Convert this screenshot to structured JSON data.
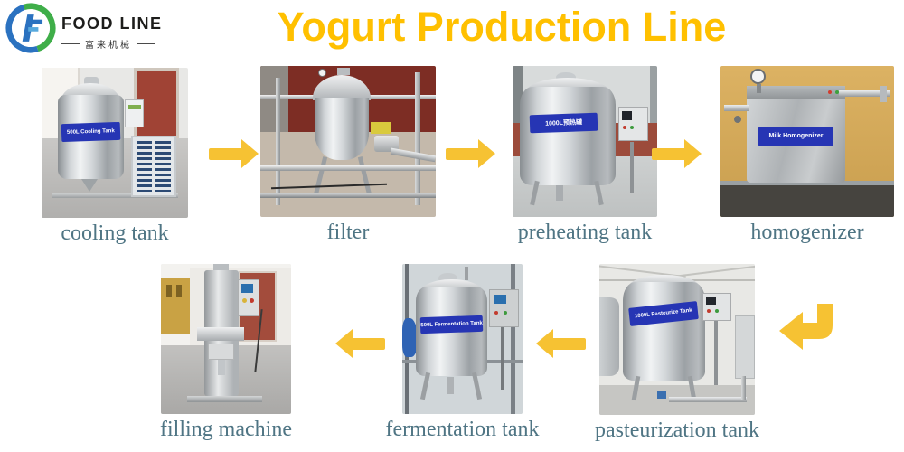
{
  "header": {
    "logo": {
      "brand": "FOOD LINE",
      "brand_cn": "富来机械"
    },
    "title": "Yogurt Production Line"
  },
  "colors": {
    "title_color": "#FFC000",
    "arrow_color": "#F6C233",
    "caption_color": "#4F7584",
    "label_blue": "#2635B4",
    "logo_green": "#3FAE49",
    "logo_blue": "#2B72C0"
  },
  "stations": [
    {
      "id": "cooling-tank",
      "caption": "cooling tank",
      "tank_label": "500L Cooling Tank"
    },
    {
      "id": "filter",
      "caption": "filter",
      "tank_label": ""
    },
    {
      "id": "preheating-tank",
      "caption": "preheating tank",
      "tank_label": "1000L预热罐"
    },
    {
      "id": "homogenizer",
      "caption": "homogenizer",
      "tank_label": "Milk Homogenizer"
    },
    {
      "id": "pasteurization-tank",
      "caption": "pasteurization tank",
      "tank_label": "1000L Pasteurize Tank"
    },
    {
      "id": "fermentation-tank",
      "caption": "fermentation tank",
      "tank_label": "500L Fermentation Tank"
    },
    {
      "id": "filling-machine",
      "caption": "filling machine",
      "tank_label": ""
    }
  ],
  "arrows": [
    {
      "name": "cooling-to-filter",
      "direction": "right"
    },
    {
      "name": "filter-to-preheating",
      "direction": "right"
    },
    {
      "name": "preheating-to-homogenizer",
      "direction": "right"
    },
    {
      "name": "homogenizer-to-pasteurization",
      "direction": "down-left"
    },
    {
      "name": "pasteurization-to-fermentation",
      "direction": "left"
    },
    {
      "name": "fermentation-to-filling",
      "direction": "left"
    }
  ]
}
